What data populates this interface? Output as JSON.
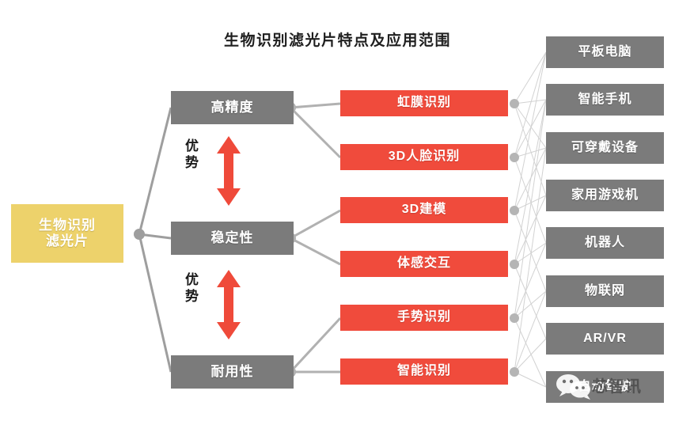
{
  "page": {
    "title": "生物识别滤光片特点及应用范围",
    "background": "#ffffff"
  },
  "colors": {
    "root_yellow": "#edd26b",
    "feature_gray": "#7b7b7b",
    "app_red": "#f04b3c",
    "target_gray": "#7b7b7b",
    "connector_gray": "#9e9e9e",
    "thin_connector_gray": "#cfcfcf",
    "title_text": "#1f1f1f",
    "arrow_red": "#ef4a3a",
    "watermark_gray": "#4c4c4c"
  },
  "root": {
    "line1": "生物识别",
    "line2": "滤光片"
  },
  "features": [
    {
      "label": "高精度"
    },
    {
      "label": "稳定性"
    },
    {
      "label": "耐用性"
    }
  ],
  "advantages": [
    {
      "label_line1": "优",
      "label_line2": "势",
      "icon": "double-arrow-vertical-icon"
    },
    {
      "label_line1": "优",
      "label_line2": "势",
      "icon": "double-arrow-vertical-icon"
    }
  ],
  "applications": [
    {
      "label": "虹膜识别"
    },
    {
      "label": "3D人脸识别"
    },
    {
      "label": "3D建模"
    },
    {
      "label": "体感交互"
    },
    {
      "label": "手势识别"
    },
    {
      "label": "智能识别"
    }
  ],
  "targets": [
    {
      "label": "平板电脑"
    },
    {
      "label": "智能手机"
    },
    {
      "label": "可穿戴设备"
    },
    {
      "label": "家用游戏机"
    },
    {
      "label": "机器人"
    },
    {
      "label": "物联网"
    },
    {
      "label": "AR/VR"
    },
    {
      "label": "自动驾驶"
    }
  ],
  "watermark": {
    "text": "芯智讯",
    "logo": "wechat-icon"
  }
}
